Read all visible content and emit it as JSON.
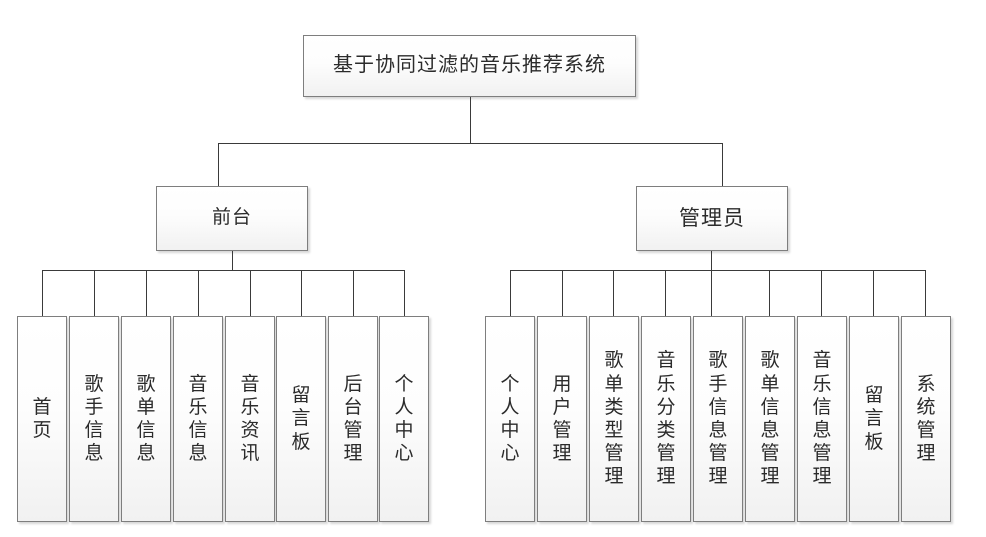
{
  "diagram": {
    "type": "org-tree",
    "title_node": {
      "label": "基于协同过滤的音乐推荐系统"
    },
    "branches": [
      {
        "id": "frontend",
        "label": "前台"
      },
      {
        "id": "admin",
        "label": "管理员"
      }
    ],
    "frontend_leaves": [
      {
        "label": "首页"
      },
      {
        "label": "歌手信息"
      },
      {
        "label": "歌单信息"
      },
      {
        "label": "音乐信息"
      },
      {
        "label": "音乐资讯"
      },
      {
        "label": "留言板"
      },
      {
        "label": "后台管理"
      },
      {
        "label": "个人中心"
      }
    ],
    "admin_leaves": [
      {
        "label": "个人中心"
      },
      {
        "label": "用户管理"
      },
      {
        "label": "歌单类型管理"
      },
      {
        "label": "音乐分类管理"
      },
      {
        "label": "歌手信息管理"
      },
      {
        "label": "歌单信息管理"
      },
      {
        "label": "音乐信息管理"
      },
      {
        "label": "留言板"
      },
      {
        "label": "系统管理"
      }
    ],
    "colors": {
      "box_border": "#7e7e7e",
      "box_fill_top": "#ffffff",
      "box_fill_bottom": "#f1f1f1",
      "line": "#3a3a3a",
      "text": "#2b2b2b",
      "background": "#ffffff"
    }
  }
}
